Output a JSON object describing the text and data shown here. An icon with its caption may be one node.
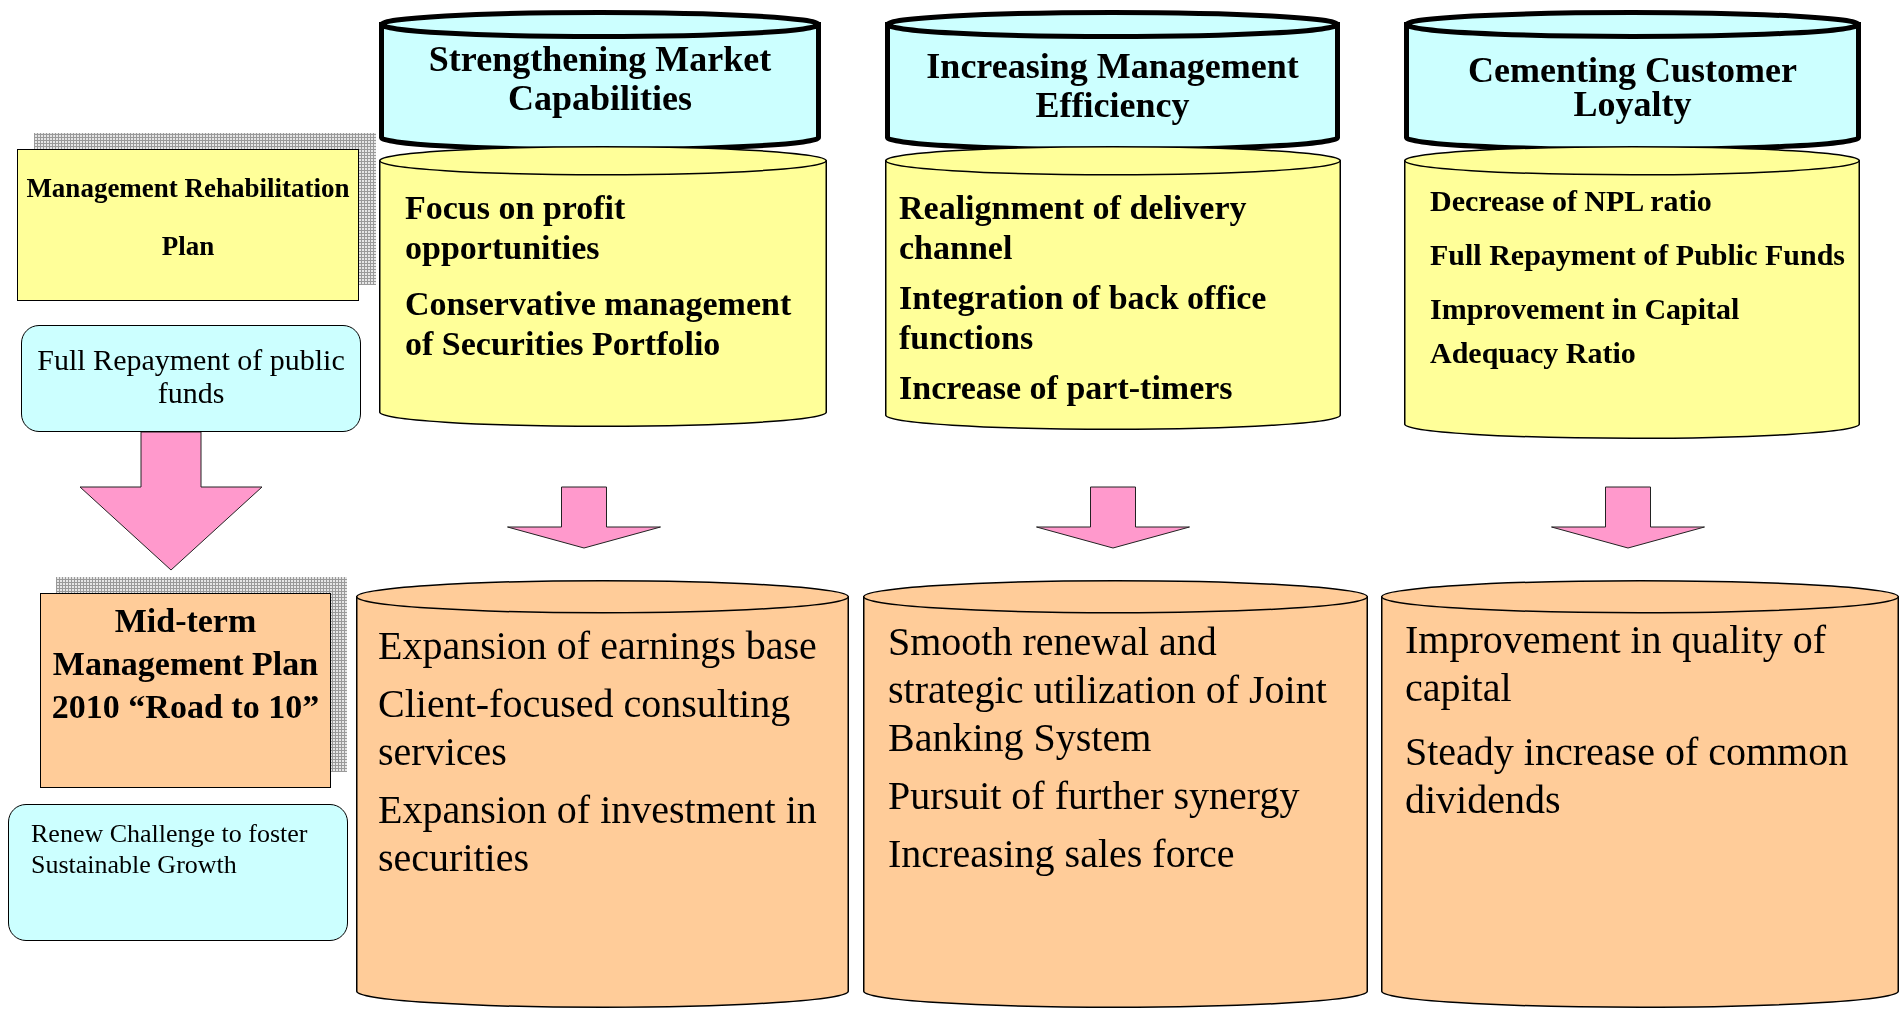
{
  "diagram": {
    "nodes": [
      {
        "text": [
          "Management Rehabilitation Plan"
        ]
      },
      {
        "text": [
          "Full Repayment of public funds"
        ]
      },
      {
        "text": [
          "Mid-term Management Plan 2010 “Road to 10”"
        ]
      },
      {
        "text": [
          "Renew Challenge to foster Sustainable Growth"
        ]
      },
      {
        "text": [
          "Strengthening Market Capabilities"
        ]
      },
      {
        "text": [
          "Focus on profit opportunities",
          "Conservative management of Securities Portfolio"
        ]
      },
      {
        "text": [
          "Expansion of earnings base",
          "Client-focused consulting services",
          "Expansion of investment in securities"
        ]
      },
      {
        "text": [
          "Increasing Management Efficiency"
        ]
      },
      {
        "text": [
          "Realignment of delivery channel",
          "Integration of back office functions",
          "Increase of part-timers"
        ]
      },
      {
        "text": [
          "Smooth renewal and strategic utilization of Joint Banking System",
          "Pursuit of further synergy",
          "Increasing sales force"
        ]
      },
      {
        "text": [
          "Cementing Customer Loyalty"
        ]
      },
      {
        "text": [
          "Decrease of NPL ratio",
          "Full Repayment of Public Funds",
          "Improvement in Capital Adequacy Ratio"
        ]
      },
      {
        "text": [
          "Improvement in quality of capital",
          "Steady increase of common dividends"
        ]
      }
    ],
    "edges": [
      {
        "from": 1,
        "to": 2,
        "arrow": "to"
      },
      {
        "from": 5,
        "to": 6,
        "arrow": "to"
      },
      {
        "from": 8,
        "to": 9,
        "arrow": "to"
      },
      {
        "from": 11,
        "to": 12,
        "arrow": "to"
      }
    ]
  }
}
